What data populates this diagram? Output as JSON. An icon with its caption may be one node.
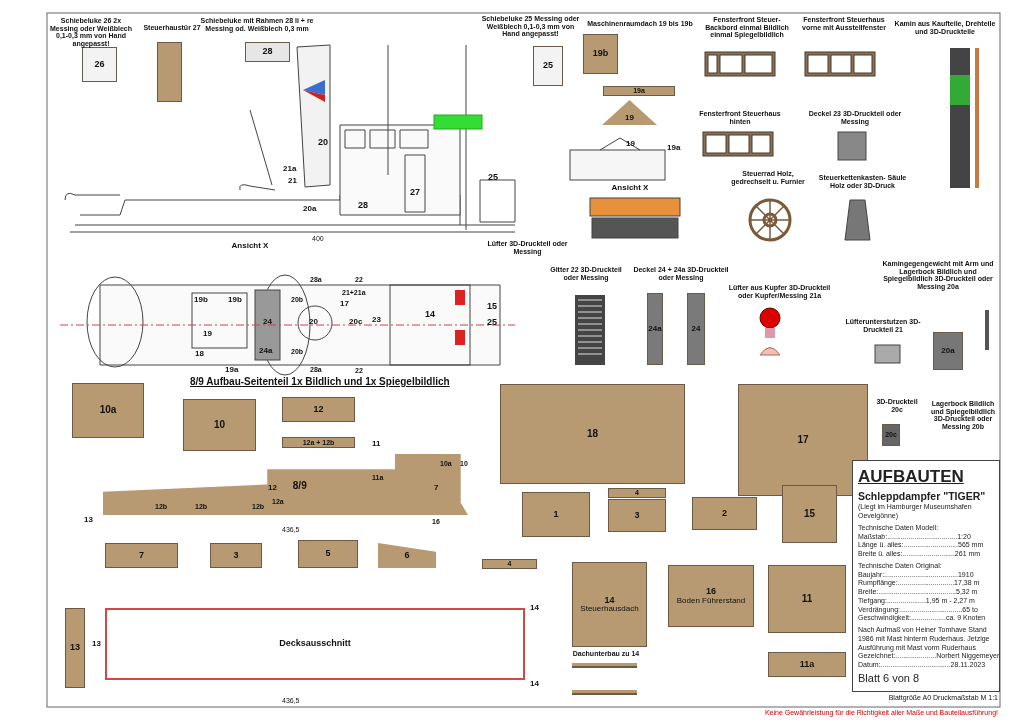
{
  "diagram": {
    "nodes": [
      {
        "text": [
          "26"
        ]
      },
      {
        "text": [
          "28"
        ]
      },
      {
        "text": [],
        "shape": "box"
      },
      {
        "text": [
          "25"
        ]
      },
      {
        "text": [
          "19b"
        ]
      },
      {
        "text": [
          "19a"
        ]
      },
      {
        "text": [
          "19"
        ]
      },
      {
        "text": [
          "24a"
        ]
      },
      {
        "text": [
          "24"
        ]
      },
      {
        "text": [
          "18"
        ]
      },
      {
        "text": [
          "17"
        ]
      },
      {
        "text": [
          "20c"
        ]
      },
      {
        "text": [
          "20a"
        ]
      },
      {
        "text": [
          "10a"
        ]
      },
      {
        "text": [
          "10"
        ]
      },
      {
        "text": [
          "12"
        ]
      },
      {
        "text": [
          "12a + 12b"
        ]
      },
      {
        "text": [
          "8/9"
        ]
      },
      {
        "text": [
          "13"
        ]
      },
      {
        "text": [
          "Decksausschnitt"
        ]
      },
      {
        "text": [
          "7"
        ]
      },
      {
        "text": [
          "3"
        ]
      },
      {
        "text": [
          "5"
        ]
      },
      {
        "text": [
          "6"
        ]
      },
      {
        "text": [
          "4"
        ]
      },
      {
        "text": [
          "1"
        ]
      },
      {
        "text": [
          "4"
        ]
      },
      {
        "text": [
          "3"
        ]
      },
      {
        "text": [
          "2"
        ]
      },
      {
        "text": [
          "15"
        ]
      },
      {
        "text": [
          "14",
          "Steuerhausdach"
        ]
      },
      {
        "text": [],
        "shape": "bar"
      },
      {
        "text": [],
        "shape": "bar"
      },
      {
        "text": [
          "16",
          "Boden Führerstand"
        ]
      },
      {
        "text": [
          "11"
        ]
      },
      {
        "text": [
          "11a"
        ]
      },
      {
        "text": [
          "AUFBAUTEN",
          "Schleppdampfer \"TIGER\"",
          "(Liegt im Hamburger Museumshafen Oevelgönne)",
          "Technische Daten Modell:",
          "Maßstab:....................................1:20",
          "Länge ü. alles:............................565 mm",
          "Breite ü. alles:...........................261 mm",
          "Technische Daten Original:",
          "Baujahr:......................................1910",
          "Rumpflänge:.............................17,38 m",
          "Breite:........................................5,32 m",
          "Tiefgang:....................1,95 m - 2,27 m",
          "Verdrängung:................................65 to",
          "Geschwindigkeit:..................ca. 9 Knoten",
          "Nach Aufmaß von Heiner Tomhave Stand 1986 mit Mast hinterm Ruderhaus. Jetzige Ausführung mit Mast vorm Ruderhaus",
          "Gezeichnet:.....................Norbert Niggemeyer",
          "Datum:....................................28.11.2023",
          "Blatt 6 von 8"
        ]
      }
    ],
    "labels": [
      "Schiebeluke 26 2x Messing oder Weißblech 0,1-0,3 mm von Hand angepasst!",
      "Steuerhaustür 27",
      "Schiebeluke mit Rahmen 28 li + re Messing od. Weißblech 0,3 mm",
      "Schiebeluke 25 Messing oder Weißblech 0,1-0,3 mm von Hand angepasst!",
      "Maschinenraumdach 19 bis 19b",
      "Fensterfront Steuer- Backbord einmal Bildlich einmal Spiegelbildlich",
      "Fensterfront Steuerhaus vorne mit Ausstellfenster",
      "Kamin aus Kaufteile, Drehteile und 3D-Druckteile",
      "20",
      "21a",
      "21",
      "20a",
      "28",
      "27",
      "25",
      "Fensterfront Steuerhaus hinten",
      "Deckel 23 3D-Druckteil oder Messing",
      "19",
      "19a",
      "Ansicht X",
      "Steuerrad Holz, gedrechselt u. Furnier",
      "Steuerkettenkasten- Säule Holz oder 3D-Druck",
      "400",
      "Ansicht X",
      "Lüfter 3D-Druckteil oder Messing",
      "19b",
      "19b",
      "19",
      "18",
      "19a",
      "28a",
      "20b",
      "21+21a",
      "22",
      "17",
      "20",
      "20c",
      "23",
      "14",
      "24",
      "24a",
      "20b",
      "28a",
      "22",
      "15",
      "25",
      "Gitter 22 3D-Druckteil oder Messing",
      "Deckel 24 + 24a 3D-Druckteil oder Messing",
      "Lüfter aus Kupfer 3D-Druckteil oder Kupfer/Messing 21a",
      "Kamingegengewicht mit Arm und Lagerbock Bildlich und Spiegelbildlich 3D-Druckteil oder Messing 20a",
      "Lüfterunterstutzen 3D-Druckteil 21",
      "8/9 Aufbau-Seitenteil 1x Bildlich und 1x Spiegelbildlich",
      "3D-Druckteil 20c",
      "Lagerbock Bildlich und Spiegelbildlich 3D-Druckteil oder Messing 20b",
      "11",
      "10a",
      "10",
      "11a",
      "12",
      "7",
      "12b",
      "12b",
      "12b",
      "12a",
      "13",
      "16",
      "436,5",
      "14",
      "13",
      "14",
      "436,5",
      "Dachunterbau zu 14",
      "Blattgröße A0 Druckmaßstab M 1:1",
      "Keine Gewährleistung für die Richtigkeit aller Maße und Bauteilausführung!"
    ]
  }
}
